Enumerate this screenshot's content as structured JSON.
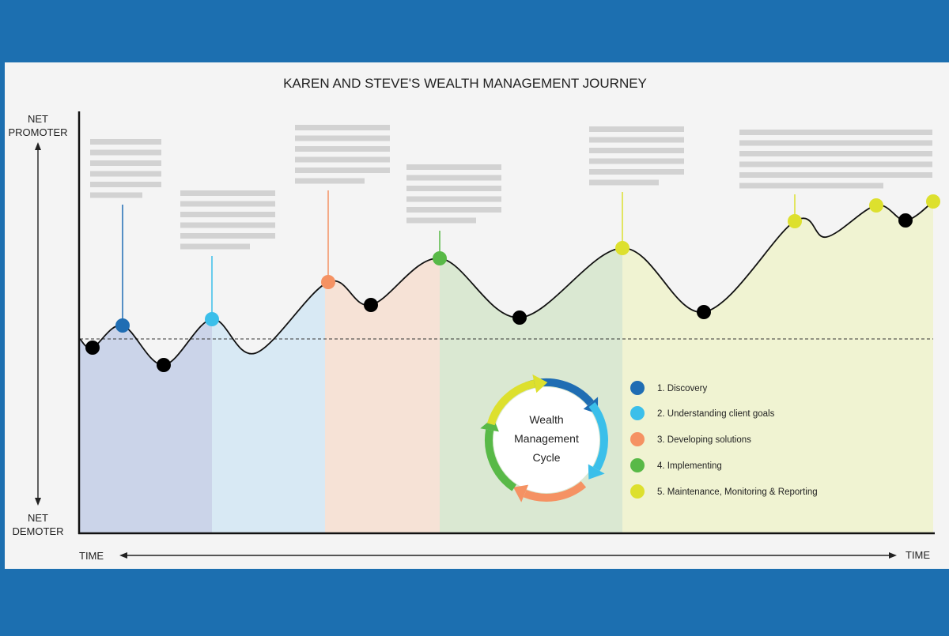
{
  "title": "KAREN AND STEVE'S WEALTH MANAGEMENT JOURNEY",
  "y_axis": {
    "top_label": [
      "NET",
      "PROMOTER"
    ],
    "bottom_label": [
      "NET",
      "DEMOTER"
    ]
  },
  "x_axis": {
    "left_label": "TIME",
    "right_label": "TIME"
  },
  "cycle": {
    "lines": [
      "Wealth",
      "Management",
      "Cycle"
    ]
  },
  "colors": {
    "band": "#1c6fb0",
    "page": "#f4f4f4",
    "discovery": "#1f6db3",
    "goals": "#3bbfea",
    "solutions": "#f59263",
    "implementing": "#58b947",
    "maintenance": "#dde02e",
    "neutral_point": "#000000",
    "placeholder": "#d2d2d2"
  },
  "phases": [
    {
      "id": "discovery",
      "label": "1. Discovery",
      "color": "#1f6db3",
      "fill": "#cbd4e9"
    },
    {
      "id": "goals",
      "label": "2. Understanding client goals",
      "color": "#3bbfea",
      "fill": "#d8e9f4"
    },
    {
      "id": "solutions",
      "label": "3. Developing solutions",
      "color": "#f59263",
      "fill": "#f6e2d6"
    },
    {
      "id": "implementing",
      "label": "4. Implementing",
      "color": "#58b947",
      "fill": "#dae8d2"
    },
    {
      "id": "maintenance",
      "label": "5. Maintenance, Monitoring & Reporting",
      "color": "#dde02e",
      "fill": "#f0f3d2"
    }
  ]
}
